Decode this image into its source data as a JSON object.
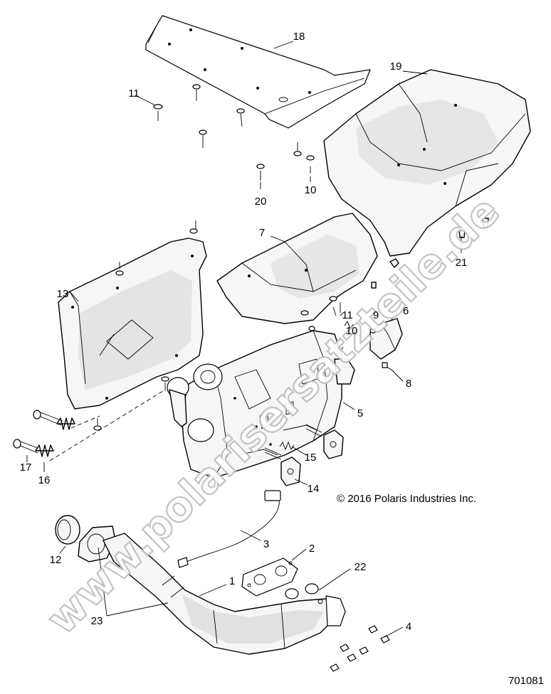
{
  "copyright": "© 2016 Polaris Industries Inc.",
  "document_number": "701081",
  "watermark": "www.polarisersatzteile.de",
  "callouts": {
    "c1": "1",
    "c2": "2",
    "c3": "3",
    "c4": "4",
    "c5": "5",
    "c6": "6",
    "c7": "7",
    "c8": "8",
    "c9": "9",
    "c10a": "10",
    "c10b": "10",
    "c11a": "11",
    "c11b": "11",
    "c12": "12",
    "c13": "13",
    "c14": "14",
    "c15": "15",
    "c16": "16",
    "c17": "17",
    "c18": "18",
    "c19": "19",
    "c20": "20",
    "c21": "21",
    "c22": "22",
    "c23": "23"
  },
  "colors": {
    "line": "#000000",
    "fill": "#f6f6f6",
    "watermark": "#bdbdbd"
  }
}
